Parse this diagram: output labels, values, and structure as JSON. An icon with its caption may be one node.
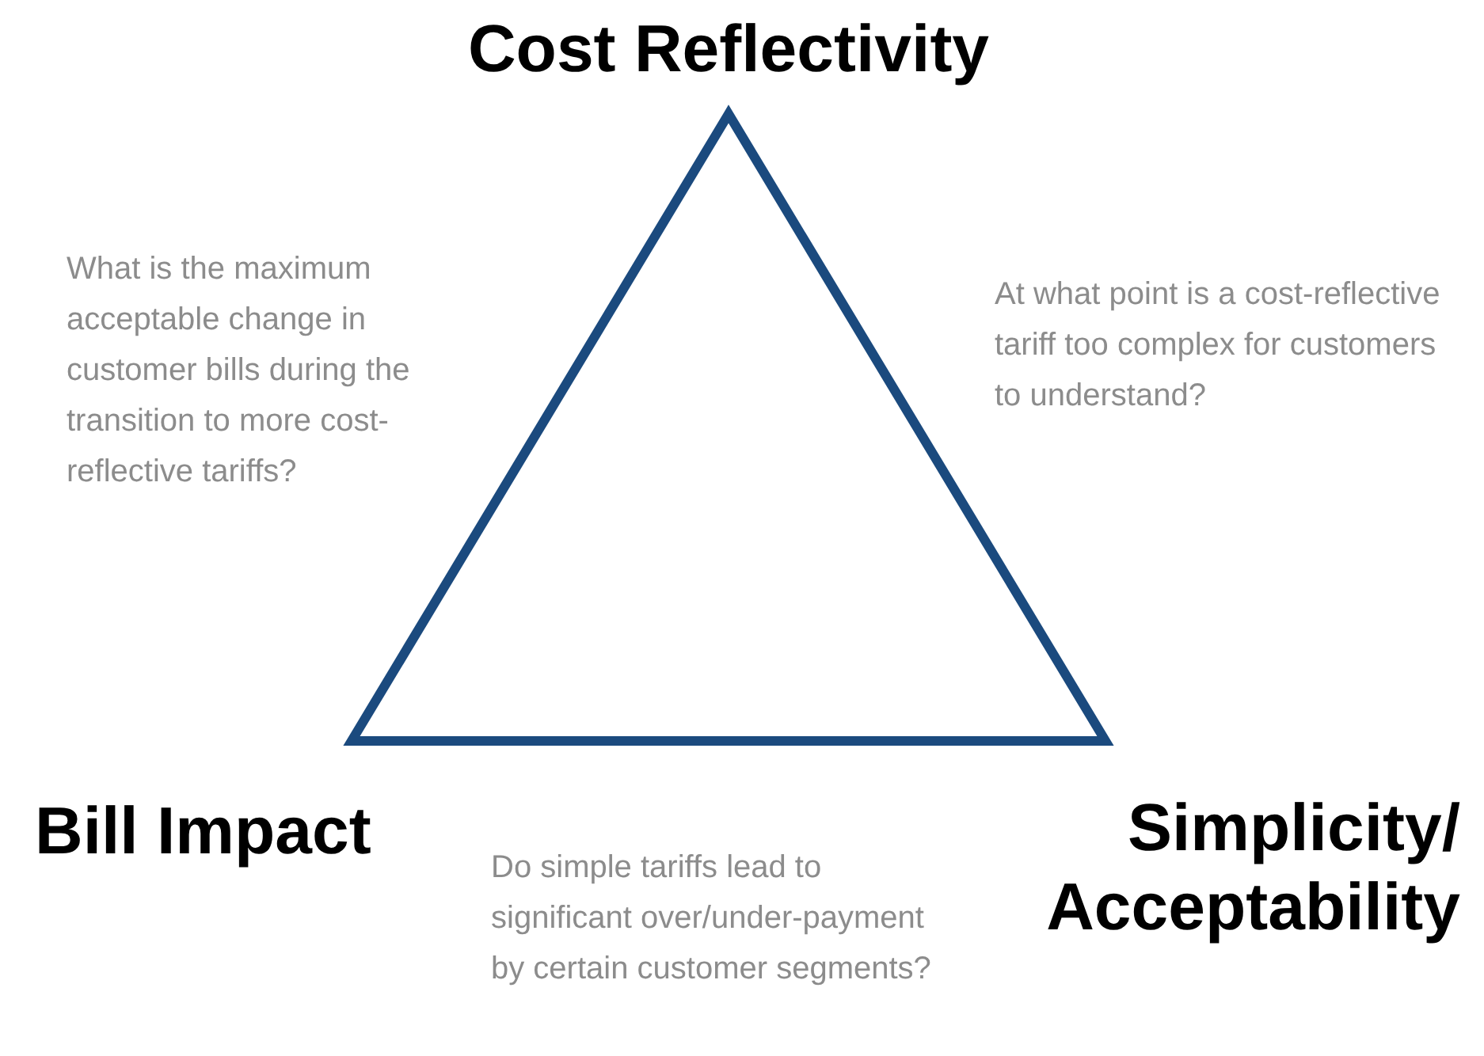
{
  "diagram": {
    "labels": [
      "Cost Reflectivity",
      "What is the maximum acceptable change in customer bills during the transition to more cost-reflective tariffs?",
      "At what point is a cost-reflective tariff too complex for customers to understand?",
      "Bill Impact",
      "Simplicity/ Acceptability",
      "Do simple tariffs lead to significant over/under-payment by certain customer segments?"
    ]
  }
}
